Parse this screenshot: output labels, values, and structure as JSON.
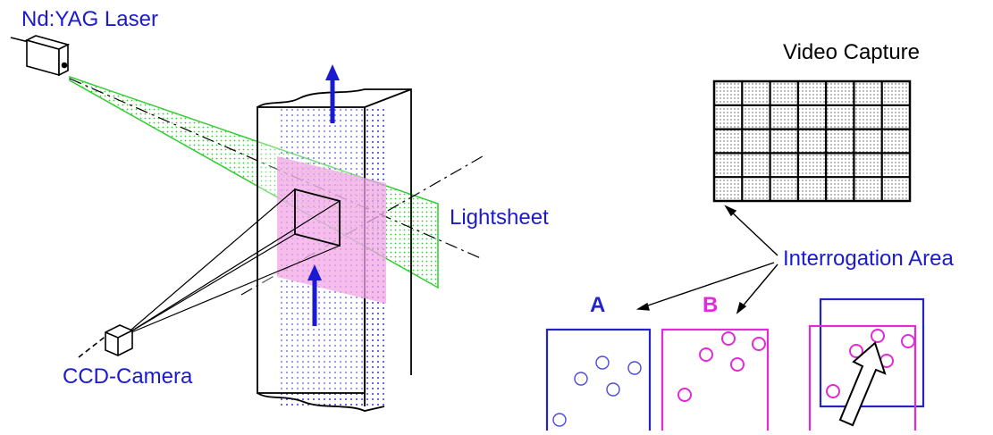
{
  "labels": {
    "laser": "Nd:YAG Laser",
    "video_capture": "Video Capture",
    "lightsheet": "Lightsheet",
    "interrogation_area": "Interrogation Area",
    "camera": "CCD-Camera",
    "frame_a": "A",
    "frame_b": "B"
  },
  "colors": {
    "label_text": "#1a1ad0",
    "frame_a": "#2323c8",
    "frame_b": "#e22ad6",
    "lightsheet": "#33cc33",
    "flow_arrow": "#1a1ad0",
    "measurement_plane": "#f2a6e6",
    "outline": "#000000"
  },
  "video_grid": {
    "rows": 5,
    "cols": 7
  }
}
